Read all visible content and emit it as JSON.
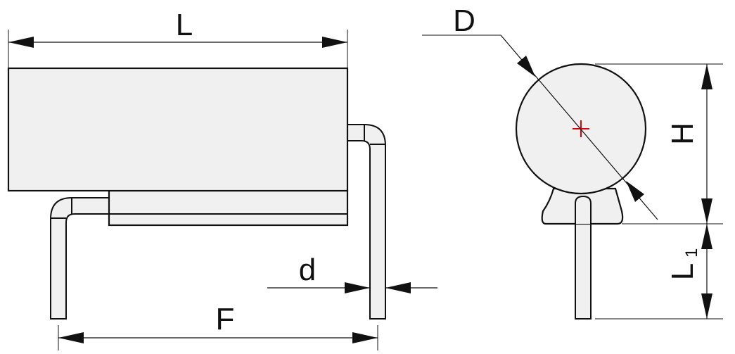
{
  "labels": {
    "length": "L",
    "lead_spacing": "F",
    "lead_diameter": "d",
    "diameter": "D",
    "height": "H",
    "lead_length_main": "L",
    "lead_length_sub": "1"
  },
  "colors": {
    "outline": "#111111",
    "body_fill": "#f0f0f0",
    "center_mark": "#e00000"
  }
}
